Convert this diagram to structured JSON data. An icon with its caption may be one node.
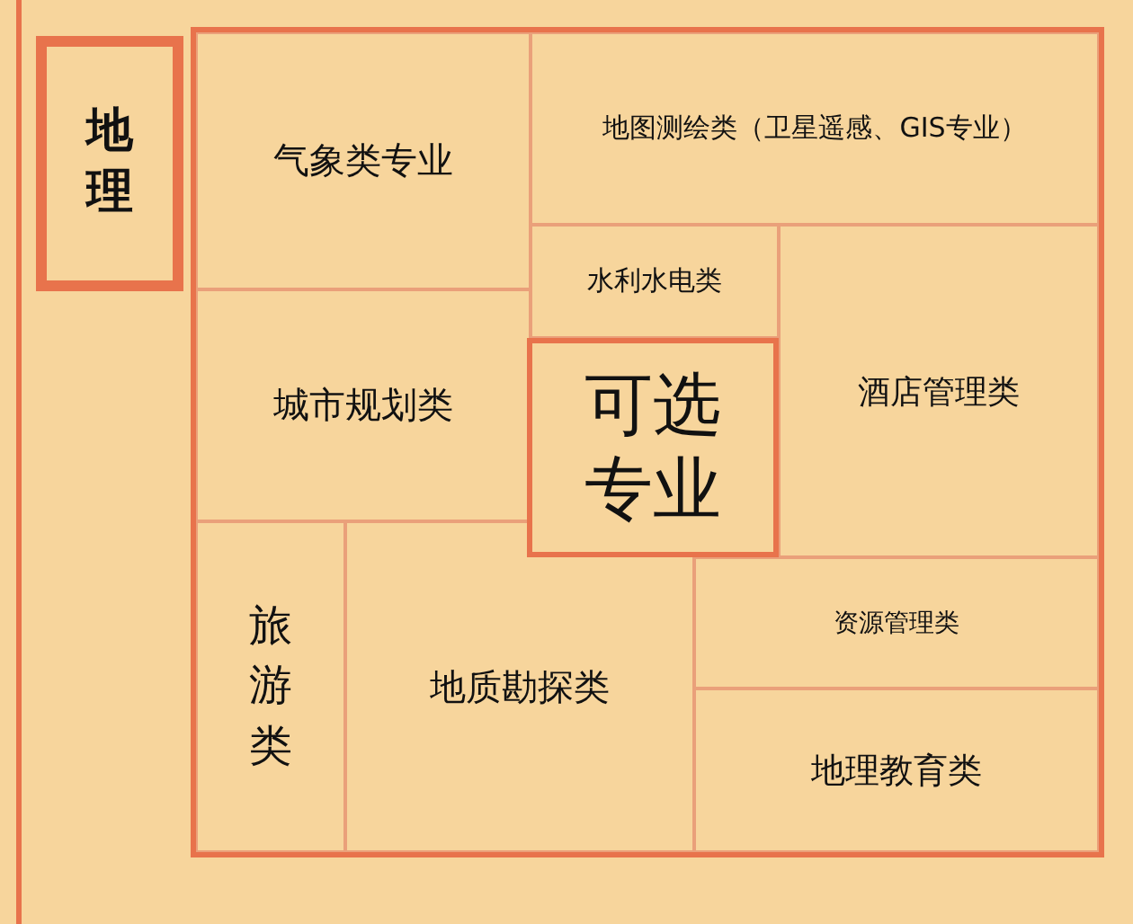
{
  "diagram": {
    "nodes": [
      {
        "text": [
          "地理"
        ]
      },
      {
        "text": [],
        "shape": "box"
      },
      {
        "text": [
          "气象类专业"
        ],
        "in": 1
      },
      {
        "text": [
          "地图测绘类（卫星遥感、GIS专业）"
        ],
        "in": 1
      },
      {
        "text": [
          "水利水电类"
        ],
        "in": 1
      },
      {
        "text": [
          "城市规划类"
        ],
        "in": 1
      },
      {
        "text": [
          "可选专业"
        ],
        "in": 1
      },
      {
        "text": [
          "酒店管理类"
        ],
        "in": 1
      },
      {
        "text": [
          "旅游类"
        ],
        "in": 1
      },
      {
        "text": [
          "地质勘探类"
        ],
        "in": 1
      },
      {
        "text": [
          "资源管理类"
        ],
        "in": 1
      },
      {
        "text": [
          "地理教育类"
        ],
        "in": 1
      }
    ],
    "edges": []
  }
}
